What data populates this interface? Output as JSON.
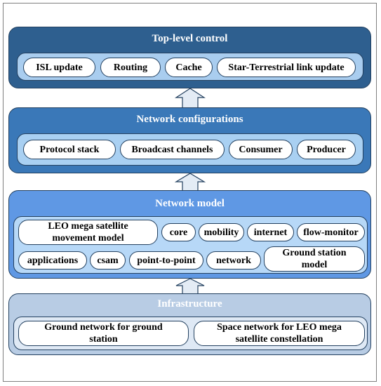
{
  "layers": {
    "top_control": {
      "title": "Top-level control",
      "items": [
        "ISL update",
        "Routing",
        "Cache",
        "Star-Terrestrial link update"
      ]
    },
    "network_configurations": {
      "title": "Network configurations",
      "items": [
        "Protocol stack",
        "Broadcast channels",
        "Consumer",
        "Producer"
      ]
    },
    "network_model": {
      "title": "Network model",
      "items": [
        "LEO mega satellite\nmovement model",
        "core",
        "mobility",
        "internet",
        "flow-monitor",
        "applications",
        "csam",
        "point-to-point",
        "network",
        "Ground station\nmodel"
      ]
    },
    "infrastructure": {
      "title": "Infrastructure",
      "items": [
        "Ground network for ground\nstation",
        "Space network for LEO mega\nsatellite constellation"
      ]
    }
  },
  "colors": {
    "top_outer": "#2e5f8f",
    "top_inner": "#a9cdef",
    "config_outer": "#3a78b8",
    "config_inner": "#a9d0f2",
    "model_outer": "#5f98e4",
    "model_inner": "#b7d8f7",
    "infra_outer": "#b8cce4",
    "infra_inner": "#dfe9f5",
    "arrow_fill": "#e4ecf5",
    "border": "#23405f"
  }
}
